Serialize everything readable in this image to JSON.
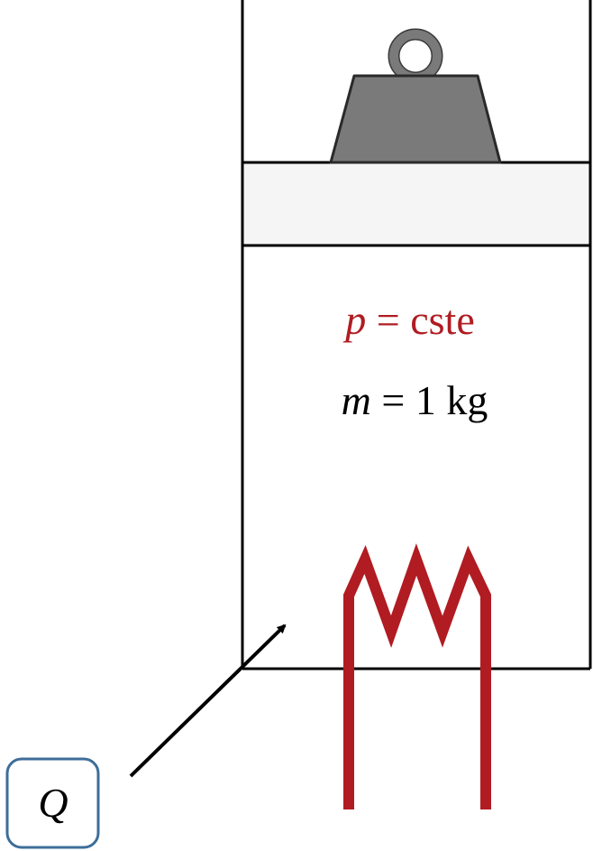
{
  "labels": {
    "pressure": {
      "symbol": "p",
      "equals": " = ",
      "value": "cste",
      "color": "#b01c22"
    },
    "mass": {
      "symbol": "m",
      "equals": " = ",
      "value": "1 kg",
      "color": "#000000"
    },
    "heat": {
      "symbol": "Q",
      "border_color": "#3d6e99"
    }
  },
  "colors": {
    "outline": "#000000",
    "piston_fill": "#f5f5f5",
    "weight_fill": "#7a7a7a",
    "heater": "#b01c22"
  },
  "icons": {
    "weight": "weight-icon",
    "heater": "heating-coil-icon",
    "arrow": "heat-arrow"
  }
}
